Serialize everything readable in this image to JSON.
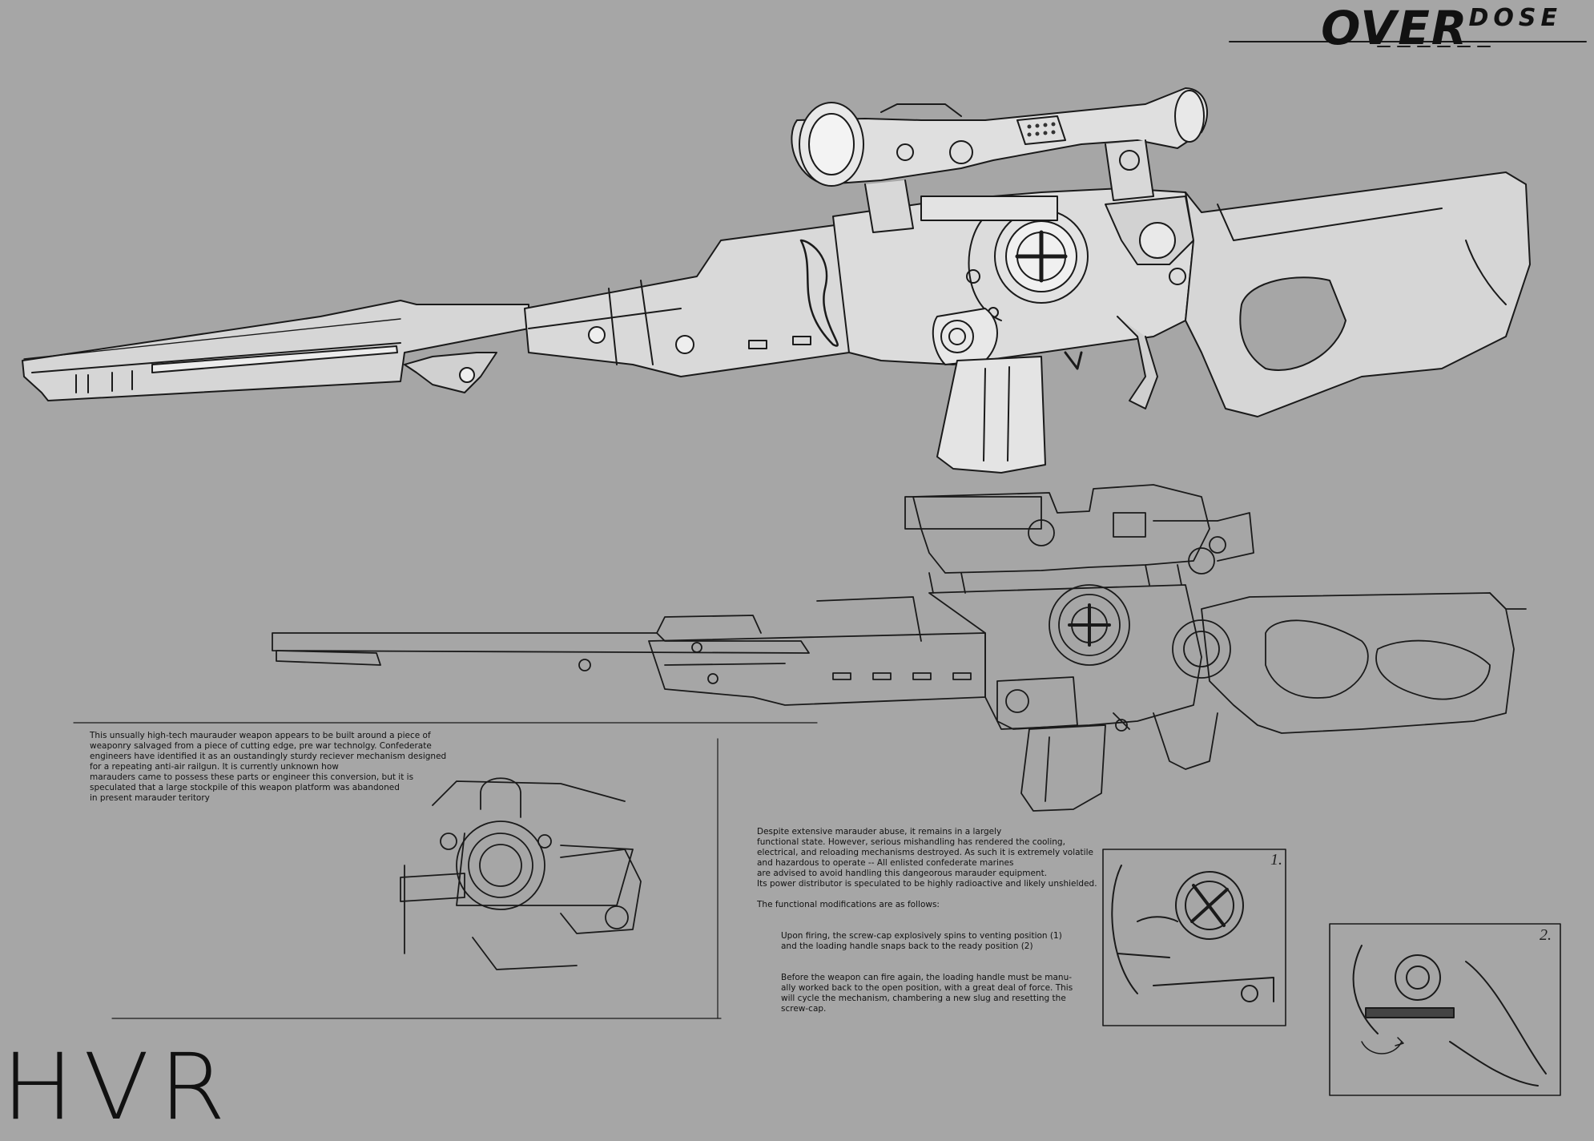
{
  "brand": {
    "logo_main": "OVER",
    "logo_suffix": "DOSE",
    "signature": "HVR"
  },
  "description_left": [
    "This unsually high-tech maurauder weapon appears to be built around a piece of",
    "weaponry salvaged from a piece of cutting edge, pre war technolgy. Confederate",
    "engineers have identified it as an oustandingly sturdy reciever mechanism designed",
    "for a repeating anti-air railgun. It is currently unknown how",
    "marauders came to possess these parts or engineer this conversion, but it is",
    "speculated that a large stockpile of this weapon platform was abandoned",
    "in present marauder teritory"
  ],
  "description_right": {
    "paragraph1": [
      "Despite extensive marauder abuse, it remains in a largely",
      " functional state. However, serious mishandling has rendered the cooling,",
      "electrical, and reloading mechanisms destroyed. As such it is extremely volatile",
      "and hazardous to operate -- All enlisted confederate marines",
      "are advised to avoid handling this dangeorous marauder equipment.",
      "Its power distributor is speculated to be highly radioactive and likely unshielded."
    ],
    "heading": "The functional modifications are as follows:",
    "step1": [
      "Upon firing, the screw-cap explosively spins to  venting position (1)",
      "and the loading handle snaps back to the ready position (2)"
    ],
    "step2": [
      "Before the weapon can fire again, the loading handle must be manu-",
      "ally worked back to the open position, with a great deal of force. This",
      "will cycle the mechanism, chambering a new slug and resetting the",
      "screw-cap."
    ]
  },
  "panels": {
    "panel1_label": "1.",
    "panel2_label": "2."
  },
  "colors": {
    "background": "#a6a6a6",
    "body_fill": "#d4d4d4",
    "ink": "#111111"
  }
}
